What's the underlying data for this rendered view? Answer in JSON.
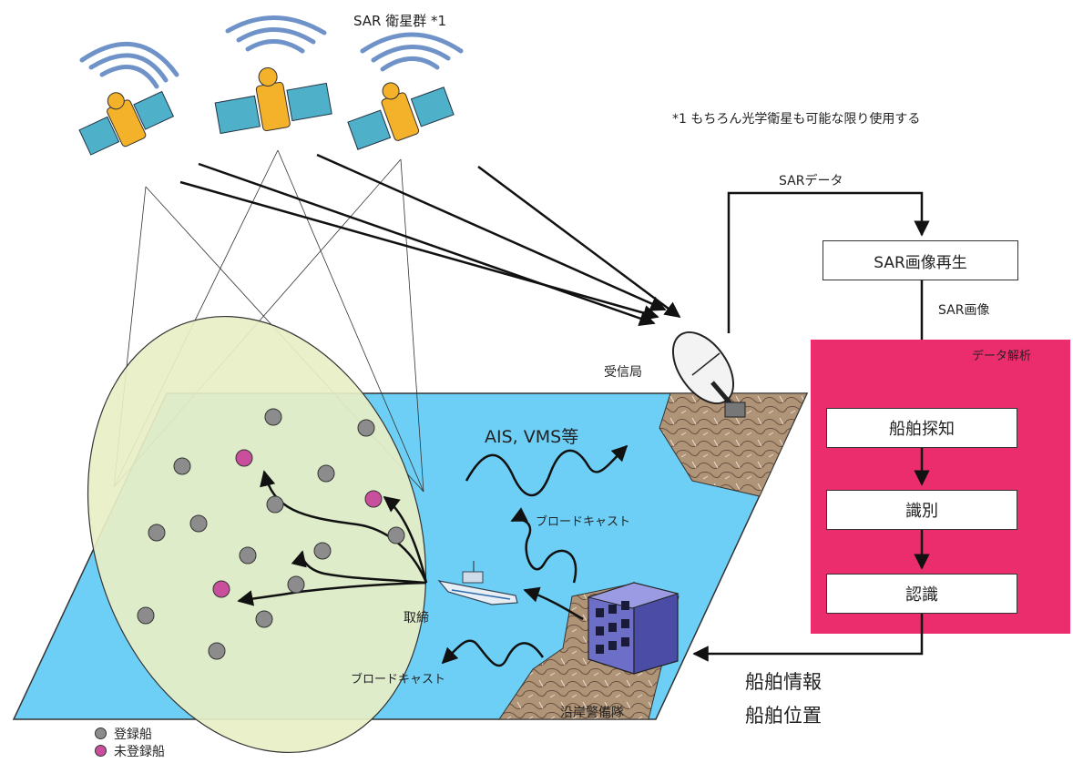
{
  "satellites_label": "SAR 衛星群 *1",
  "footnote": "*1 もちろん光学衛星も可能な限り使用する",
  "sar_data_label": "SARデータ",
  "sar_reproduction_box": "SAR画像再生",
  "sar_image_label": "SAR画像",
  "data_analysis_label": "データ解析",
  "ship_detection_box": "船舶探知",
  "identification_box": "識別",
  "recognition_box": "認識",
  "receiving_station_label": "受信局",
  "ais_vms_label": "AIS, VMS等",
  "broadcast_label_1": "ブロードキャスト",
  "broadcast_label_2": "ブロードキャスト",
  "enforcement_label": "取締",
  "coast_guard_label": "沿岸警備隊",
  "ship_info_label": "船舶情報",
  "ship_position_label": "船舶位置",
  "legend": {
    "registered": "登録船",
    "unregistered": "未登録船"
  },
  "colors": {
    "sea": "#6ecff6",
    "coverage": "#e7efc6",
    "analysis_panel": "#ec2d6d",
    "registered_ship": "#8c8c8c",
    "unregistered_ship": "#c94f9c",
    "satellite_body": "#f3b229",
    "solar_panel": "#4fb1c9",
    "signal_arc": "#6f93c9"
  }
}
